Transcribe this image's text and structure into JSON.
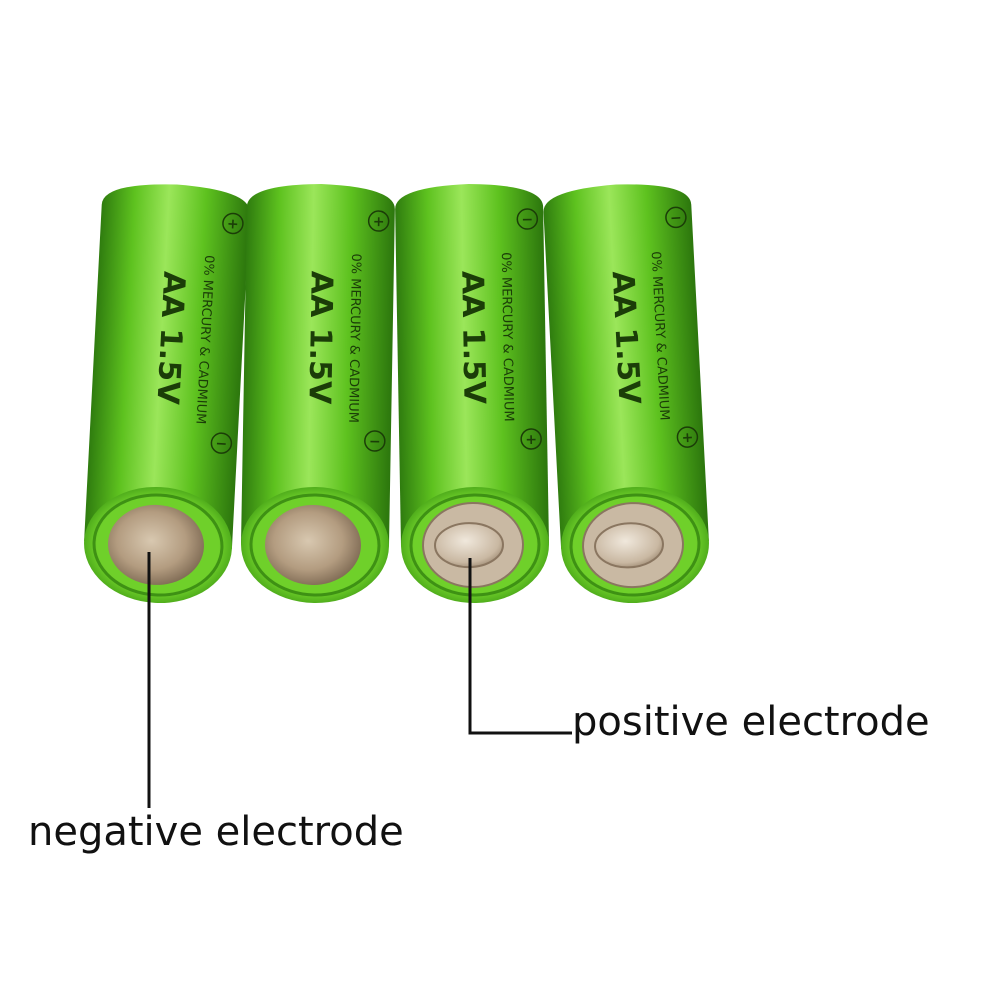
{
  "labels": {
    "negative": "negative electrode",
    "positive": "positive electrode"
  },
  "battery": {
    "size_voltage": "AA 1.5V",
    "note": "0% MERCURY & CADMIUM",
    "plus_symbol": "+",
    "minus_symbol": "−"
  },
  "colors": {
    "body": "#5ec21f",
    "body_light": "#8fe04a",
    "body_dark": "#2f7c0f",
    "text": "#1b3d08",
    "terminal": "#b9a58c",
    "leader": "#111111"
  },
  "batteries": [
    {
      "id": "battery-1",
      "end": "negative"
    },
    {
      "id": "battery-2",
      "end": "negative"
    },
    {
      "id": "battery-3",
      "end": "positive"
    },
    {
      "id": "battery-4",
      "end": "positive"
    }
  ]
}
